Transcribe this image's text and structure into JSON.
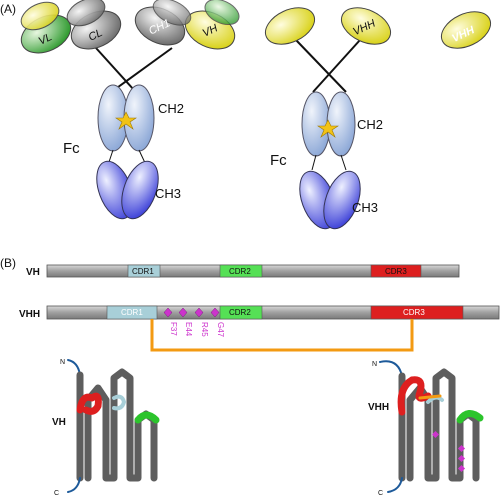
{
  "panel_a": {
    "label": "(A)",
    "antibody": {
      "domains": {
        "vl": "VL",
        "cl": "CL",
        "ch1": "CH1",
        "vh": "VH"
      },
      "fc": "Fc",
      "ch2": "CH2",
      "ch3": "CH3"
    },
    "hcab": {
      "vhh": "VHH",
      "fc": "Fc",
      "ch2": "CH2",
      "ch3": "CH3"
    },
    "nanobody": {
      "vhh": "VHH"
    }
  },
  "panel_b": {
    "label": "(B)",
    "vh_bar": {
      "label": "VH",
      "cdr1": "CDR1",
      "cdr2": "CDR2",
      "cdr3": "CDR3"
    },
    "vhh_bar": {
      "label": "VHH",
      "cdr1": "CDR1",
      "cdr2": "CDR2",
      "cdr3": "CDR3"
    },
    "hallmarks": [
      "F37",
      "E44",
      "R45",
      "G47"
    ],
    "vh_structure": {
      "label": "VH",
      "n_term": "N",
      "c_term": "C"
    },
    "vhh_structure": {
      "label": "VHH",
      "n_term": "N",
      "c_term": "C"
    }
  },
  "colors": {
    "vl": "#3aa63a",
    "cl": "#8c8c8c",
    "vh": "#e6e62a",
    "heavy_constant": "#8c8c8c",
    "ch2": "#a9bfe3",
    "ch3": "#5a5ee0",
    "cdr1": "#a8cfd8",
    "cdr2": "#55e055",
    "cdr3": "#dd1f1f",
    "link": "#f39a12",
    "hallmark": "#cc33cc",
    "frame": "#9a9a9a"
  }
}
